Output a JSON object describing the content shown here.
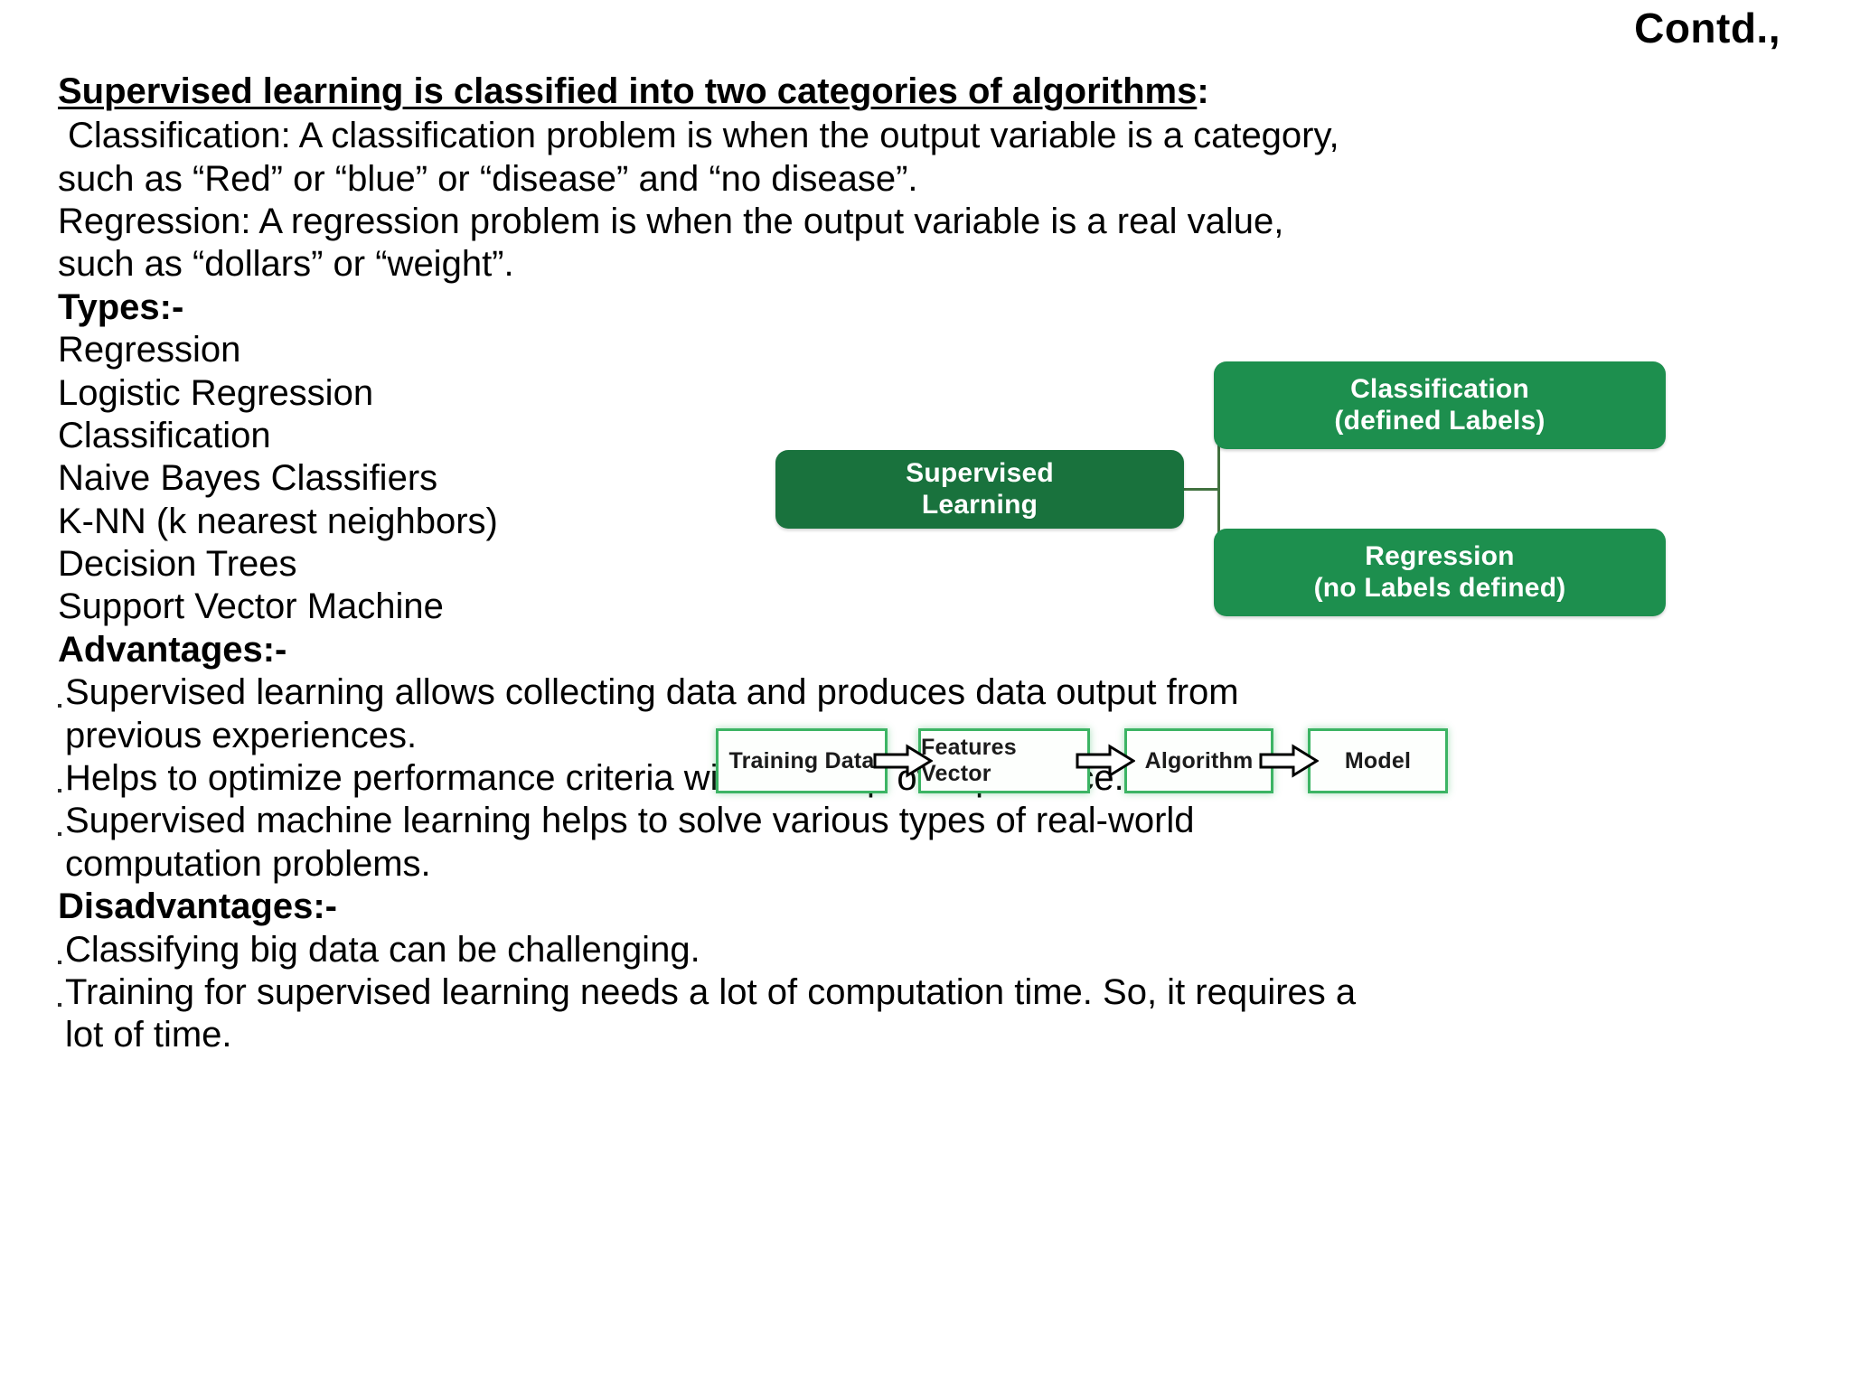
{
  "slide": {
    "contd_label": "Contd.,"
  },
  "body": {
    "heading": "Supervised learning is classified into two categories of algorithms",
    "heading_colon": ":",
    "classification_line1": "Classification: A classification problem is when the output variable is a category,",
    "classification_line2": "such as “Red” or “blue” or “disease” and “no disease”.",
    "regression_line1": "Regression: A regression problem is when the output variable is a real value,",
    "regression_line2": "such as “dollars” or “weight”.",
    "types_heading": "Types:-",
    "types": [
      "Regression",
      "Logistic Regression",
      "Classification",
      "Naive Bayes Classifiers",
      "K-NN (k nearest neighbors)",
      "Decision Trees",
      "Support Vector Machine"
    ],
    "advantages_heading": "Advantages:-",
    "advantages": [
      {
        "line1": "Supervised learning allows collecting data and produces data output from",
        "line2": "previous experiences."
      },
      {
        "line1": "Helps to optimize performance criteria with the help of experience.",
        "line2": ""
      },
      {
        "line1": "Supervised machine learning helps to solve various types of real-world",
        "line2": "computation problems."
      }
    ],
    "disadvantages_heading": "Disadvantages:-",
    "disadvantages": [
      {
        "line1": "Classifying big data can be challenging.",
        "line2": ""
      },
      {
        "line1": "Training for supervised learning needs a lot of computation time. So, it requires a",
        "line2": "lot of time."
      }
    ]
  },
  "tree_diagram": {
    "root_line1": "Supervised",
    "root_line2": "Learning",
    "branch_top_line1": "Classification",
    "branch_top_line2": "(defined Labels)",
    "branch_bottom_line1": "Regression",
    "branch_bottom_line2": "(no Labels defined)",
    "colors": {
      "root_fill": "#19723d",
      "branch_fill": "#1d8f4e",
      "connector": "#41713f",
      "text": "#ffffff"
    }
  },
  "pipeline_diagram": {
    "steps": [
      "Training Data",
      "Features Vector",
      "Algorithm",
      "Model"
    ],
    "colors": {
      "border": "#3cb464",
      "fill": "#fdfffd",
      "text": "#1b1b1b",
      "arrow_fill": "#ffffff",
      "arrow_stroke": "#000000"
    }
  }
}
